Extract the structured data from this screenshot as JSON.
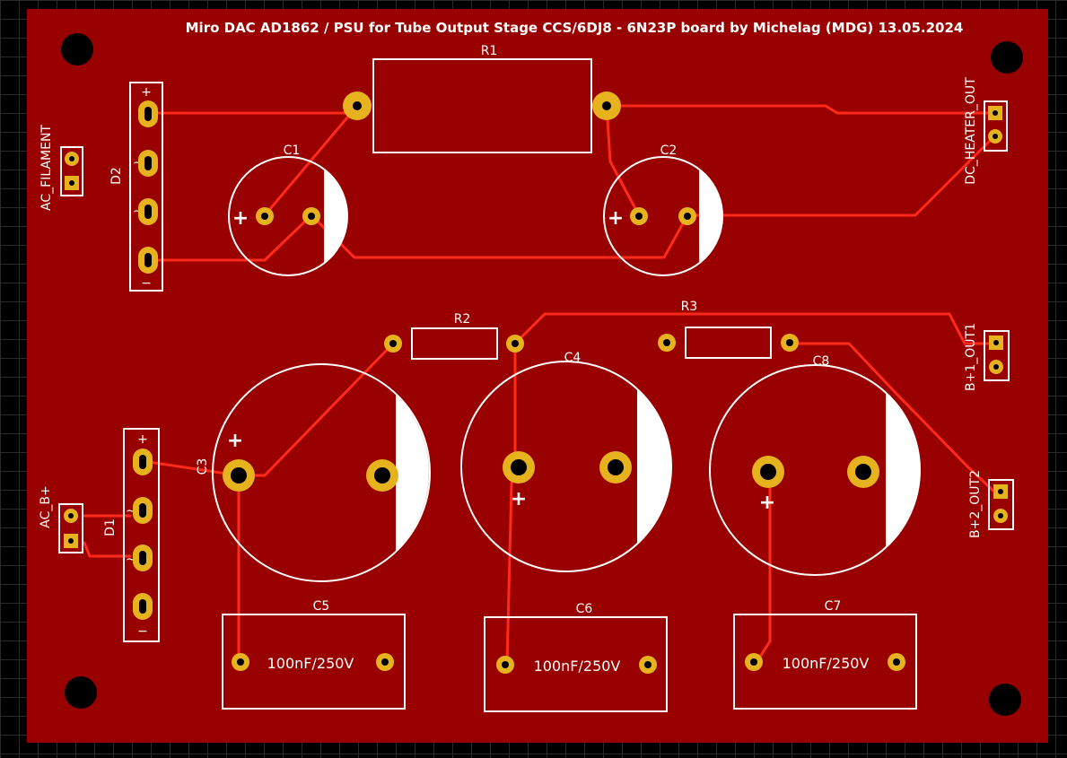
{
  "board": {
    "title": "Miro DAC AD1862 / PSU for Tube Output Stage CCS/6DJ8 - 6N23P   board by Michelag (MDG) 13.05.2024",
    "board_color": "#990000",
    "trace_color": "#ff2a1a",
    "pad_color": "#e6b21e",
    "silkscreen_color": "#ffffff"
  },
  "components": {
    "r1": "R1",
    "r2": "R2",
    "r3": "R3",
    "c1": "C1",
    "c2": "C2",
    "c3": "C3",
    "c4": "C4",
    "c5": "C5",
    "c6": "C6",
    "c7": "C7",
    "c8": "C8",
    "d1": "D1",
    "d2": "D2",
    "c5_value": "100nF/250V",
    "c6_value": "100nF/250V",
    "c7_value": "100nF/250V"
  },
  "connectors": {
    "ac_filament": "AC_FILAMENT",
    "ac_bplus": "AC_B+",
    "dc_heater_out": "DC_HEATER_OUT",
    "bplus1_out1": "B+1_OUT1",
    "bplus2_out2": "B+2_OUT2"
  },
  "markings": {
    "plus": "+",
    "minus": "−",
    "tilde": "~"
  }
}
